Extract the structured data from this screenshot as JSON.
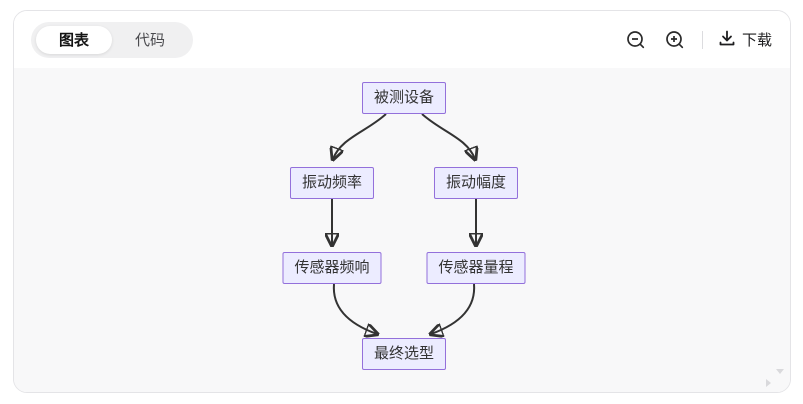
{
  "tabs": [
    {
      "label": "图表",
      "active": true
    },
    {
      "label": "代码",
      "active": false
    }
  ],
  "toolbar": {
    "zoom_out_icon": "magnifier-minus",
    "zoom_in_icon": "magnifier-plus",
    "download_icon": "download-tray-arrow",
    "download_label": "下载"
  },
  "colors": {
    "node_fill": "#ECECFF",
    "node_border": "#9370DB",
    "edge": "#333333",
    "diagram_bg": "#f8f8f9",
    "tab_group_bg": "#f0f0f1",
    "card_border": "#e4e4e7"
  },
  "chart_data": {
    "type": "flowchart",
    "direction": "top-down",
    "nodes": [
      {
        "id": "A",
        "label": "被测设备"
      },
      {
        "id": "B",
        "label": "振动频率"
      },
      {
        "id": "C",
        "label": "振动幅度"
      },
      {
        "id": "D",
        "label": "传感器频响"
      },
      {
        "id": "E",
        "label": "传感器量程"
      },
      {
        "id": "F",
        "label": "最终选型"
      }
    ],
    "edges": [
      {
        "from": "A",
        "to": "B"
      },
      {
        "from": "A",
        "to": "C"
      },
      {
        "from": "B",
        "to": "D"
      },
      {
        "from": "C",
        "to": "E"
      },
      {
        "from": "D",
        "to": "F"
      },
      {
        "from": "E",
        "to": "F"
      }
    ]
  }
}
